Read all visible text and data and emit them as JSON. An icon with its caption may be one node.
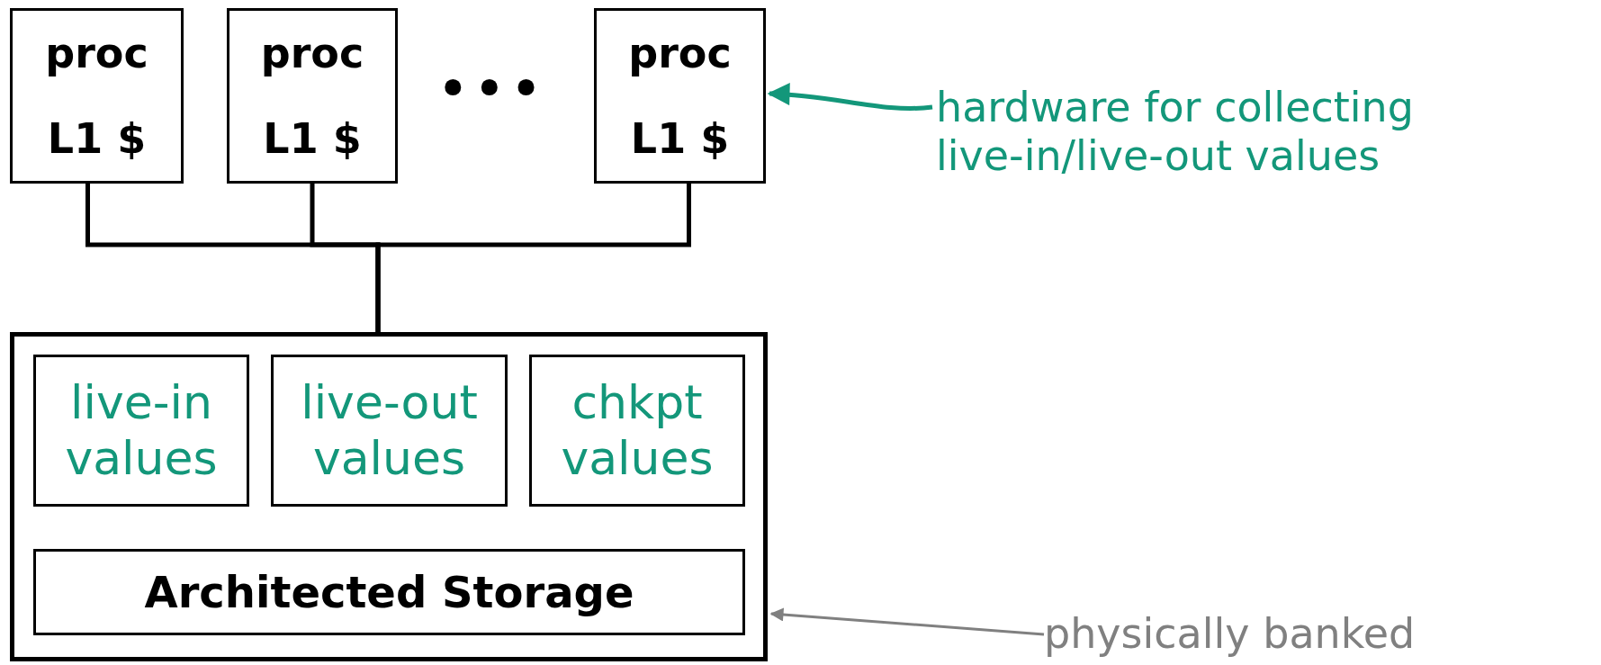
{
  "diagram": {
    "nodes": [
      {
        "text": [
          "proc",
          "L1 $"
        ]
      },
      {
        "text": [
          "proc",
          "L1 $"
        ]
      },
      {
        "text": [
          "proc",
          "L1 $"
        ]
      },
      {
        "text": [
          "hardware for collecting live-in/live-out values"
        ]
      },
      {
        "text": [],
        "shape": "box"
      },
      {
        "text": [
          "live-in values"
        ],
        "in": 4
      },
      {
        "text": [
          "live-out values"
        ],
        "in": 4
      },
      {
        "text": [
          "chkpt values"
        ],
        "in": 4
      },
      {
        "text": [
          "Architected Storage"
        ],
        "in": 4
      },
      {
        "text": [
          "physically banked"
        ]
      }
    ],
    "edges": [
      {
        "from": 0,
        "to": 4,
        "arrow": "none"
      },
      {
        "from": 1,
        "to": 4,
        "arrow": "none"
      },
      {
        "from": 2,
        "to": 4,
        "arrow": "none"
      },
      {
        "from": 3,
        "to": 2,
        "arrow": "to",
        "color": "#13977a"
      },
      {
        "from": 9,
        "to": 4,
        "arrow": "to",
        "color": "#808080"
      }
    ],
    "labels": [
      "•••"
    ]
  }
}
